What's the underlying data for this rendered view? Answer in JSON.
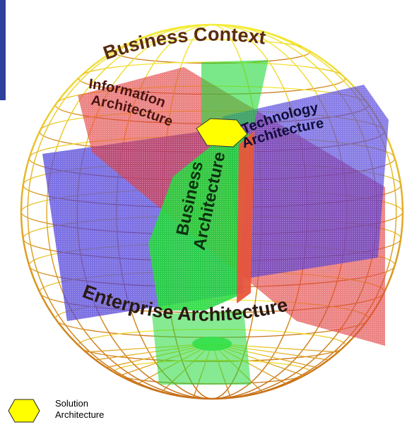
{
  "diagram": {
    "outer_label": "Business Context",
    "enterprise_label": "Enterprise Architecture",
    "information_label": {
      "line1": "Information",
      "line2": "Architecture"
    },
    "technology_label": {
      "line1": "Technology",
      "line2": "Architecture"
    },
    "business_label": {
      "line1": "Business",
      "line2": "Architecture"
    }
  },
  "legend": {
    "line1": "Solution",
    "line2": "Architecture",
    "icon": "hexagon-icon",
    "icon_color": "#ffff00"
  },
  "colors": {
    "sphere_upper": "#f2ea3a",
    "sphere_lower": "#d9801f",
    "blue_plane": "#4b3bd8",
    "red_plane": "#e03a3a",
    "green_plane": "#22d83a",
    "yellow_hex": "#ffff00",
    "corner_bar": "#2f3f9c"
  }
}
